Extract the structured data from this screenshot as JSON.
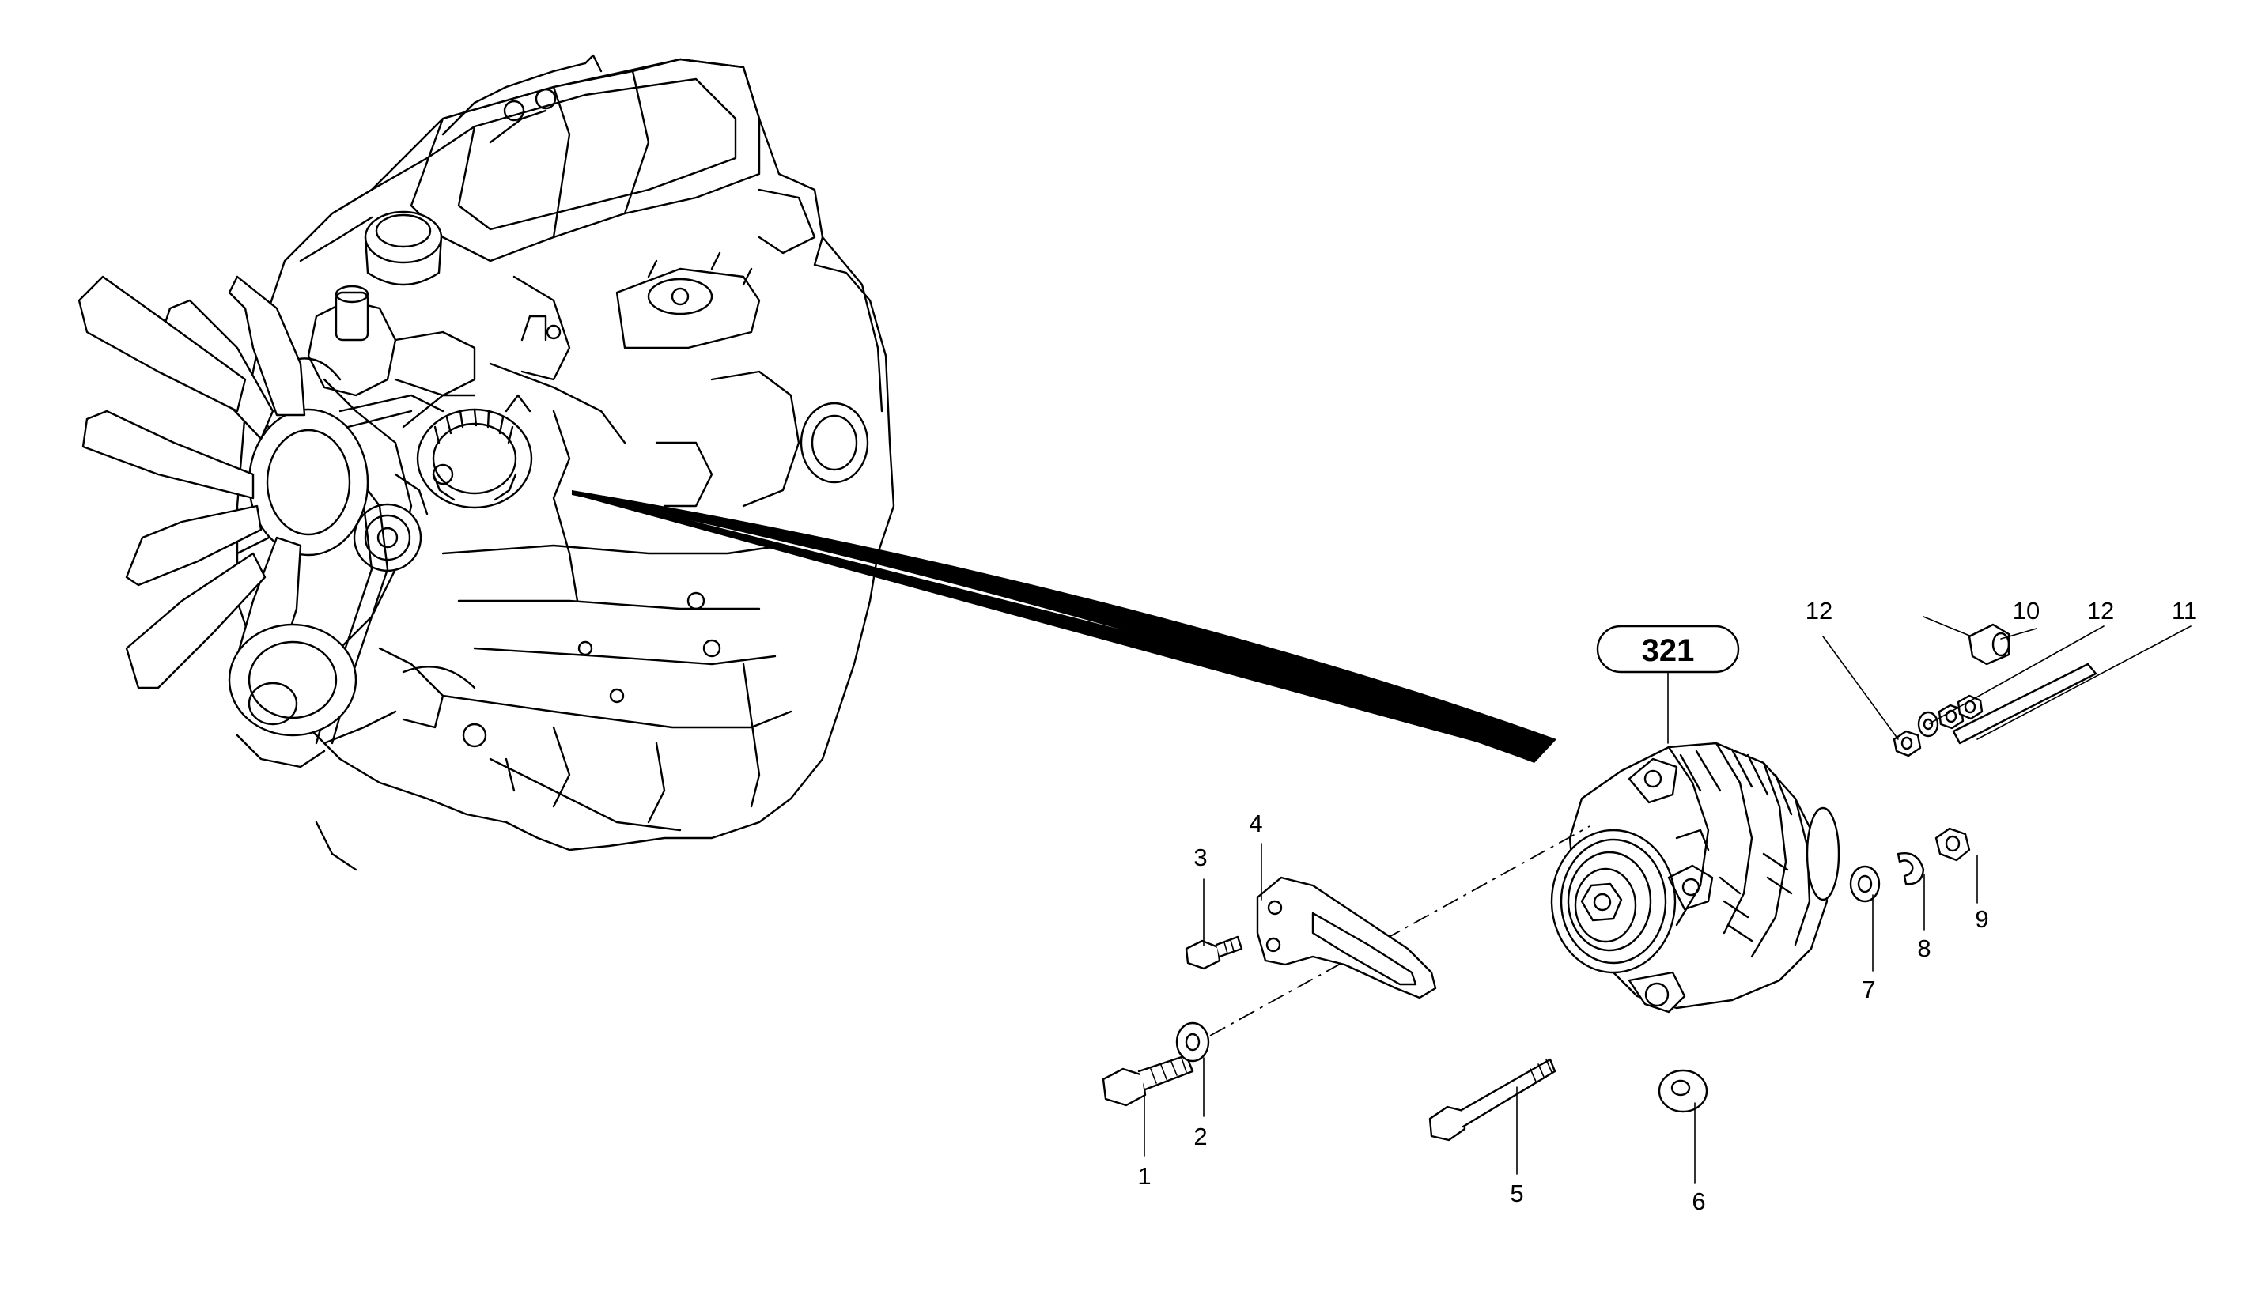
{
  "diagram": {
    "assembly_label": "321",
    "callouts": {
      "p1": "1",
      "p2": "2",
      "p3": "3",
      "p4": "4",
      "p5": "5",
      "p6": "6",
      "p7": "7",
      "p8": "8",
      "p9": "9",
      "p10": "10",
      "p11": "11",
      "p12a": "12",
      "p12b": "12"
    }
  }
}
